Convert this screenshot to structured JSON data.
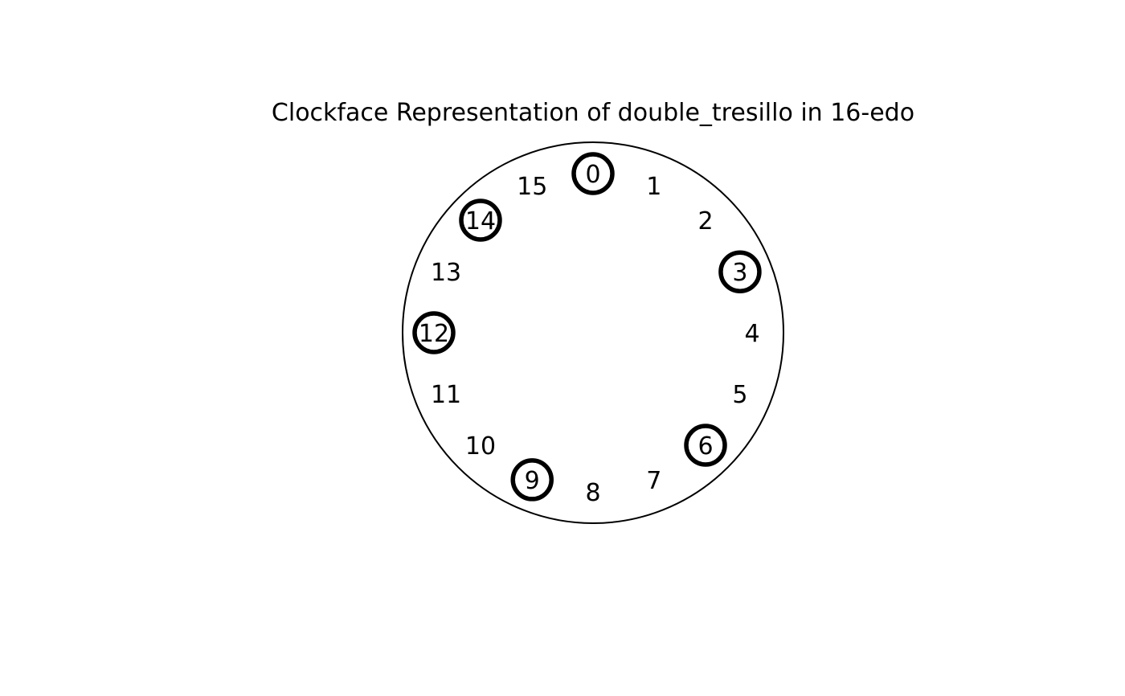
{
  "title": "Clockface Representation of double_tresillo in 16-edo",
  "edo": 16,
  "pitch_labels": [
    "0",
    "1",
    "2",
    "3",
    "4",
    "5",
    "6",
    "7",
    "8",
    "9",
    "10",
    "11",
    "12",
    "13",
    "14",
    "15"
  ],
  "active_pitches": [
    0,
    3,
    6,
    9,
    12,
    14
  ],
  "colors": {
    "background": "#ffffff",
    "stroke": "#000000",
    "text": "#000000"
  }
}
